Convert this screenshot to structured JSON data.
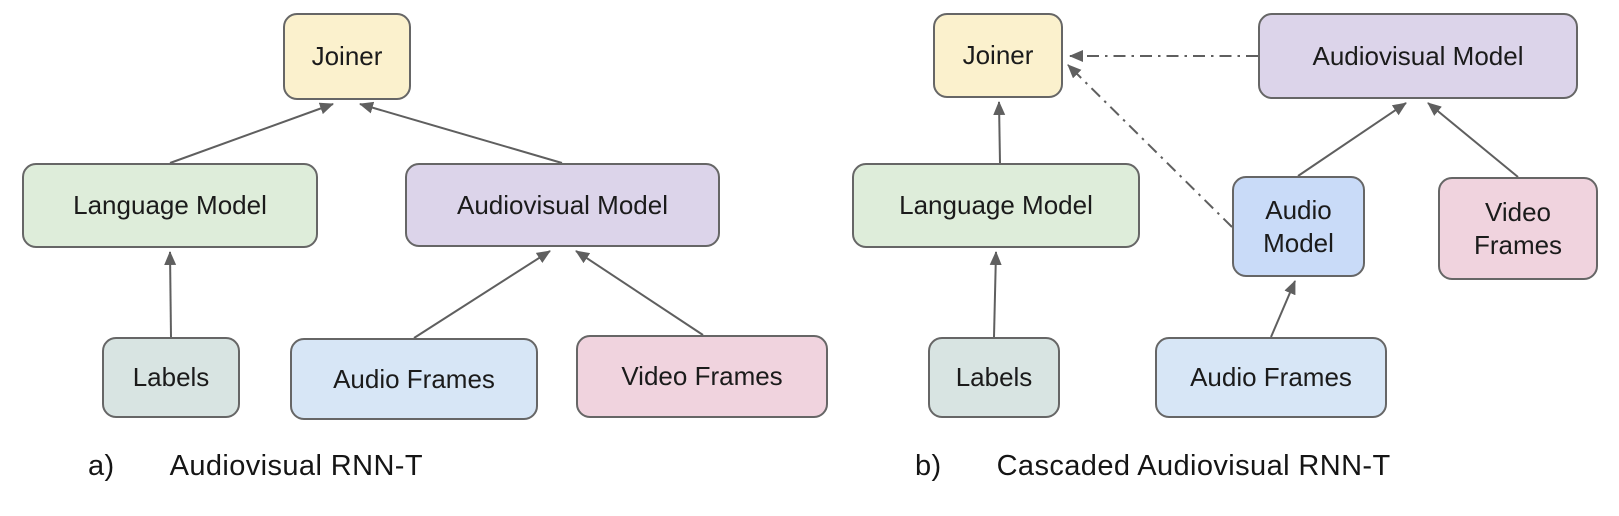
{
  "colors": {
    "border": "#666666",
    "arrow": "#5f5f5f",
    "text": "#1b1b1b"
  },
  "a": {
    "caption_label": "a)",
    "caption": "Audiovisual RNN-T",
    "nodes": {
      "joiner": {
        "label": "Joiner",
        "color": "#fbf1cd"
      },
      "language_model": {
        "label": "Language Model",
        "color": "#deedda"
      },
      "audiovisual_model": {
        "label": "Audiovisual Model",
        "color": "#dcd4ea"
      },
      "labels": {
        "label": "Labels",
        "color": "#d8e4e2"
      },
      "audio_frames": {
        "label": "Audio Frames",
        "color": "#d7e6f6"
      },
      "video_frames": {
        "label": "Video Frames",
        "color": "#f0d3de"
      }
    },
    "edges": [
      {
        "from": "labels",
        "to": "language_model",
        "style": "solid"
      },
      {
        "from": "language_model",
        "to": "joiner",
        "style": "solid"
      },
      {
        "from": "audiovisual_model",
        "to": "joiner",
        "style": "solid"
      },
      {
        "from": "audio_frames",
        "to": "audiovisual_model",
        "style": "solid"
      },
      {
        "from": "video_frames",
        "to": "audiovisual_model",
        "style": "solid"
      }
    ]
  },
  "b": {
    "caption_label": "b)",
    "caption": "Cascaded Audiovisual RNN-T",
    "nodes": {
      "joiner": {
        "label": "Joiner",
        "color": "#fbf1cd"
      },
      "audiovisual_model": {
        "label": "Audiovisual Model",
        "color": "#dcd4ea"
      },
      "language_model": {
        "label": "Language Model",
        "color": "#deedda"
      },
      "audio_model": {
        "label": "Audio Model",
        "color": "#c9dbf8"
      },
      "video_frames": {
        "label": "Video Frames",
        "color": "#f0d3de"
      },
      "labels": {
        "label": "Labels",
        "color": "#d8e4e2"
      },
      "audio_frames": {
        "label": "Audio Frames",
        "color": "#d7e6f6"
      }
    },
    "edges": [
      {
        "from": "labels",
        "to": "language_model",
        "style": "solid"
      },
      {
        "from": "language_model",
        "to": "joiner",
        "style": "solid"
      },
      {
        "from": "audio_frames",
        "to": "audio_model",
        "style": "solid"
      },
      {
        "from": "audio_model",
        "to": "audiovisual_model",
        "style": "solid"
      },
      {
        "from": "video_frames",
        "to": "audiovisual_model",
        "style": "solid"
      },
      {
        "from": "audiovisual_model",
        "to": "joiner",
        "style": "dash-dot"
      },
      {
        "from": "audio_model",
        "to": "joiner",
        "style": "dash-dot"
      }
    ]
  }
}
